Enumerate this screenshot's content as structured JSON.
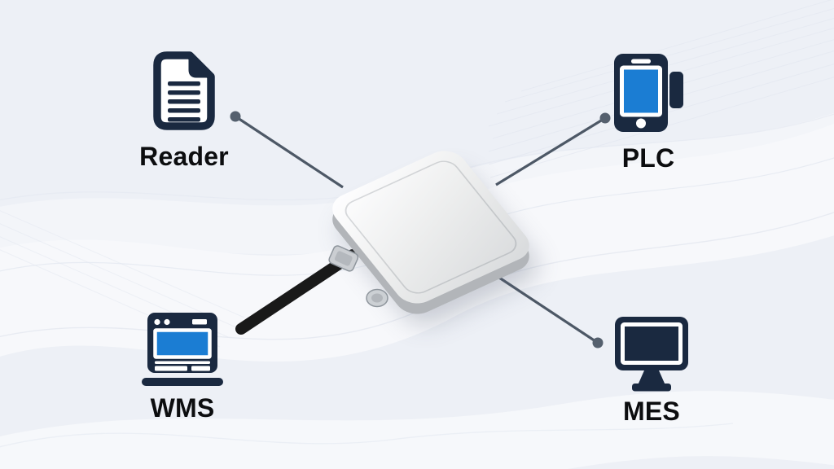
{
  "diagram": {
    "nodes": [
      {
        "id": "reader",
        "label": "Reader",
        "icon": "document-icon",
        "position": "top-left"
      },
      {
        "id": "plc",
        "label": "PLC",
        "icon": "handheld-terminal-icon",
        "position": "top-right"
      },
      {
        "id": "wms",
        "label": "WMS",
        "icon": "laptop-icon",
        "position": "bottom-left"
      },
      {
        "id": "mes",
        "label": "MES",
        "icon": "monitor-icon",
        "position": "bottom-right"
      }
    ],
    "center_device": {
      "icon": "rfid-antenna",
      "appearance": "white square antenna panel with black cable"
    },
    "connections": [
      {
        "from": "rfid-antenna",
        "to": "reader",
        "type": "line-with-dot"
      },
      {
        "from": "rfid-antenna",
        "to": "plc",
        "type": "line-with-dot"
      },
      {
        "from": "rfid-antenna",
        "to": "mes",
        "type": "line-with-dot"
      },
      {
        "from": "rfid-antenna",
        "to": "wms",
        "type": "black-cable"
      }
    ],
    "colors": {
      "background": "#edf0f6",
      "icon_navy": "#1a2940",
      "icon_blue": "#1b7dd3",
      "connector_line": "#4d5866",
      "cable": "#191919",
      "label": "#0c0d0f"
    }
  }
}
